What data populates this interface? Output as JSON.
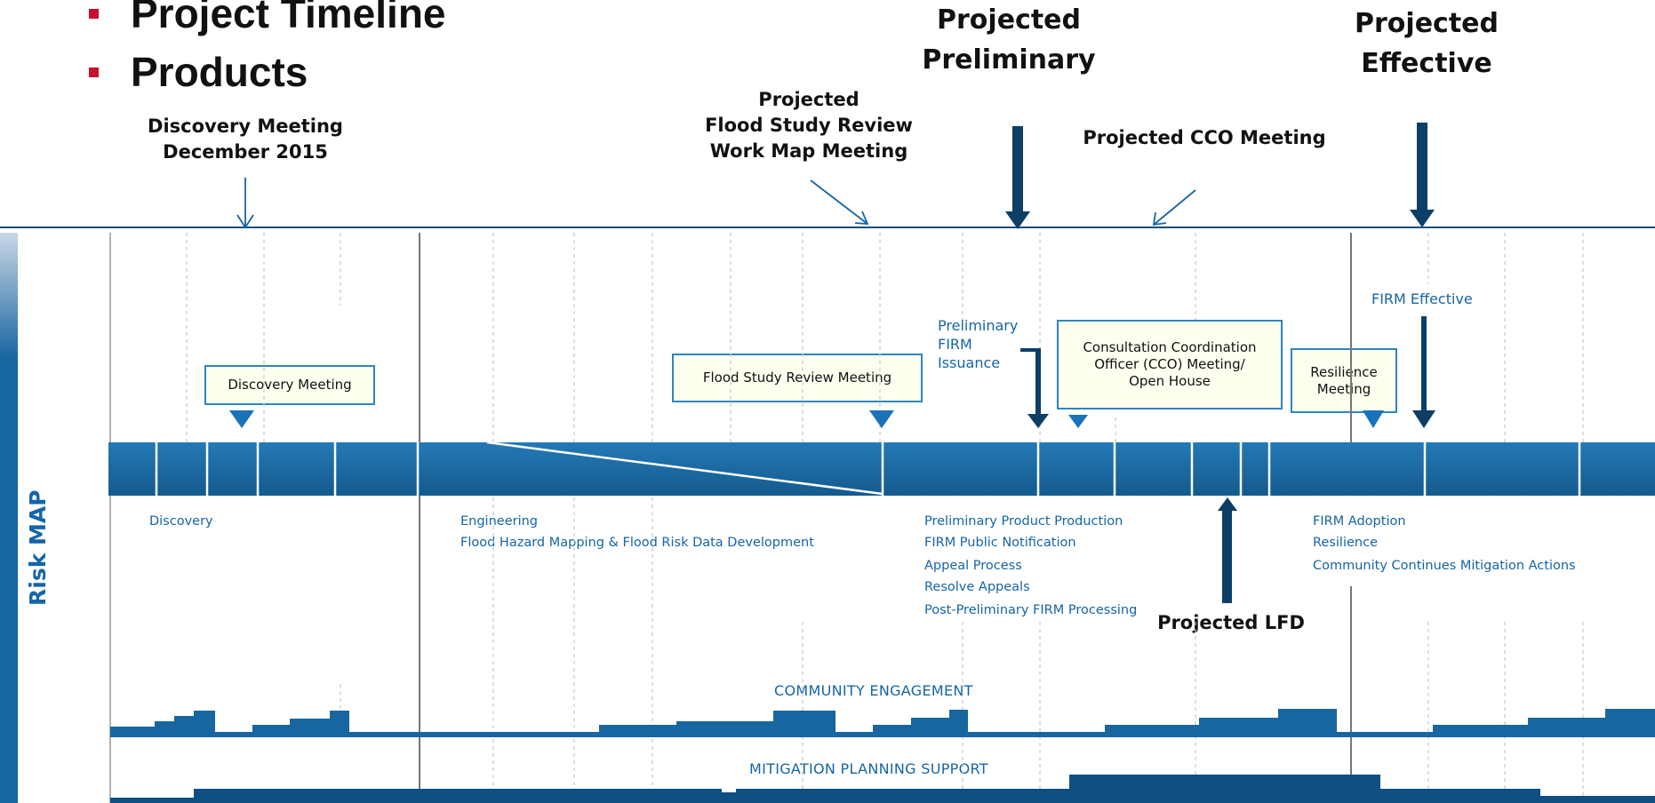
{
  "bullets": [
    {
      "text": "Project Timeline"
    },
    {
      "text": "Products"
    }
  ],
  "headers": {
    "discovery_meeting": "Discovery Meeting\nDecember 2015",
    "flood_study_review": "Projected\nFlood Study Review\nWork Map Meeting",
    "projected_preliminary": "Projected\nPreliminary",
    "projected_cco": "Projected CCO Meeting",
    "projected_effective": "Projected\nEffective",
    "projected_lfd": "Projected LFD"
  },
  "side_label": "Risk MAP",
  "callouts": {
    "discovery": "Discovery Meeting",
    "flood_study": "Flood Study Review Meeting",
    "cco": "Consultation Coordination\nOfficer (CCO) Meeting/\nOpen House",
    "resilience": "Resilience\nMeeting"
  },
  "labels": {
    "preliminary_firm": "Preliminary\nFIRM\nIssuance",
    "firm_effective": "FIRM Effective"
  },
  "phases": {
    "discovery": [
      "Discovery"
    ],
    "engineering": [
      "Engineering",
      "Flood Hazard Mapping & Flood Risk Data Development"
    ],
    "preliminary": [
      "Preliminary Product Production",
      "FIRM Public Notification",
      "Appeal Process",
      "Resolve Appeals",
      "Post-Preliminary FIRM Processing"
    ],
    "adoption": [
      "FIRM Adoption",
      "Resilience",
      "Community Continues Mitigation Actions"
    ]
  },
  "bands": {
    "community": "COMMUNITY ENGAGEMENT",
    "mitigation": "MITIGATION PLANNING SUPPORT"
  },
  "icons": [
    {
      "name": "binoculars-icon",
      "glyph": "👓"
    },
    {
      "name": "map-fold-icon",
      "glyph": "◆"
    },
    {
      "name": "chart-doc-icon",
      "glyph": "▦"
    },
    {
      "name": "data-grid-icon",
      "glyph": "▤"
    },
    {
      "name": "document-icon",
      "glyph": "🗎"
    },
    {
      "name": "gear-icon",
      "glyph": "⚙"
    },
    {
      "name": "treasure-map-icon",
      "glyph": "🗺"
    },
    {
      "name": "layers-icon",
      "glyph": "≋"
    },
    {
      "name": "megaphone-icon",
      "glyph": "📣"
    },
    {
      "name": "scales-icon",
      "glyph": "⚖"
    },
    {
      "name": "flood-map-icon",
      "glyph": "🗺"
    },
    {
      "name": "shield-icon",
      "glyph": "⛊"
    }
  ],
  "colors": {
    "band_blue": "#1866a0",
    "arrow_navy": "#0d3f66",
    "bullet_red": "#c8102e",
    "label_blue": "#1565a8"
  }
}
